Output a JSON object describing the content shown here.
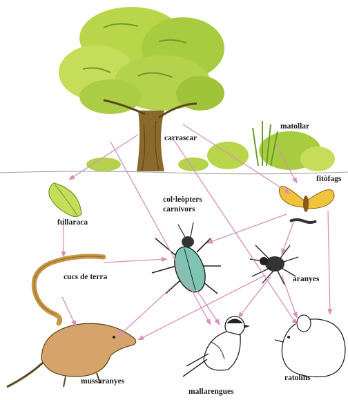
{
  "labels": {
    "carrascar": "carrascar",
    "matollar": "matollar",
    "fitofags": "fitòfags",
    "fullaraca": "fullaraca",
    "coleopters_line1": "col·leòpters",
    "coleopters_line2": "carnívors",
    "cucs": "cucs de terra",
    "aranyes": "aranyes",
    "mussaranyes": "mussaranyes",
    "ratolins": "ratolins",
    "mallarengues": "mallarengues"
  },
  "colors": {
    "arrow": "#d98fb8",
    "foliage": "#b9d64a",
    "foliage_dark": "#6f9a2a",
    "trunk": "#8a6a2c",
    "beetle": "#7fc4b3",
    "shrew": "#d6a46a",
    "worm": "#c99545",
    "moth": "#f0c43a"
  }
}
